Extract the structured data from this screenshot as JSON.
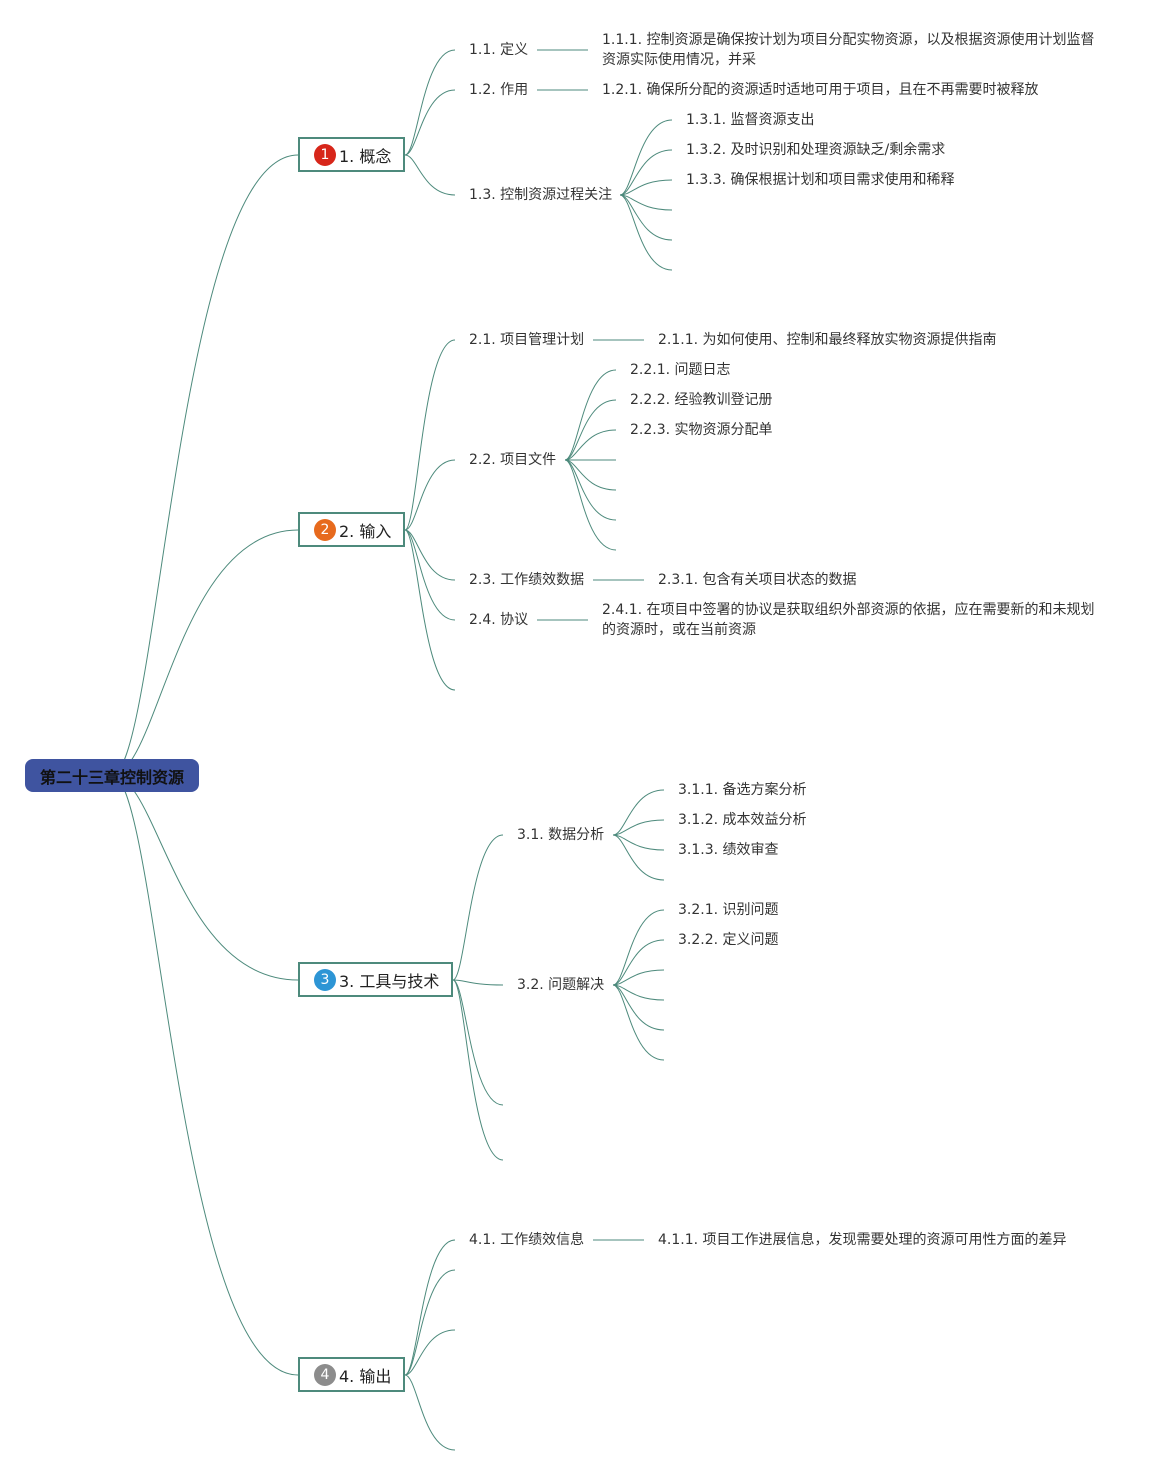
{
  "root": {
    "label": "第二十三章控制资源"
  },
  "topics": [
    {
      "badge": "1",
      "badge_color": "#d7261a",
      "label": "1. 概念",
      "children": [
        {
          "label": "1.1. 定义",
          "detail": "1.1.1. 控制资源是确保按计划为项目分配实物资源，以及根据资源使用计划监督资源实际使用情况，并采"
        },
        {
          "label": "1.2. 作用",
          "detail": "1.2.1. 确保所分配的资源适时适地可用于项目，且在不再需要时被释放"
        },
        {
          "label": "1.3. 控制资源过程关注",
          "items": [
            "1.3.1. 监督资源支出",
            "1.3.2. 及时识别和处理资源缺乏/剩余需求",
            "1.3.3. 确保根据计划和项目需求使用和稀释"
          ]
        }
      ]
    },
    {
      "badge": "2",
      "badge_color": "#e76a1d",
      "label": "2. 输入",
      "children": [
        {
          "label": "2.1. 项目管理计划",
          "detail": "2.1.1. 为如何使用、控制和最终释放实物资源提供指南"
        },
        {
          "label": "2.2. 项目文件",
          "items": [
            "2.2.1. 问题日志",
            "2.2.2. 经验教训登记册",
            "2.2.3. 实物资源分配单"
          ]
        },
        {
          "label": "2.3. 工作绩效数据",
          "detail": "2.3.1. 包含有关项目状态的数据"
        },
        {
          "label": "2.4. 协议",
          "detail": "2.4.1. 在项目中签署的协议是获取组织外部资源的依据，应在需要新的和未规划的资源时，或在当前资源"
        }
      ]
    },
    {
      "badge": "3",
      "badge_color": "#2d95d5",
      "label": "3. 工具与技术",
      "children": [
        {
          "label": "3.1. 数据分析",
          "items": [
            "3.1.1. 备选方案分析",
            "3.1.2. 成本效益分析",
            "3.1.3. 绩效审查"
          ]
        },
        {
          "label": "3.2. 问题解决",
          "items": [
            "3.2.1. 识别问题",
            "3.2.2. 定义问题"
          ]
        }
      ]
    },
    {
      "badge": "4",
      "badge_color": "#8c8c8c",
      "label": "4. 输出",
      "children": [
        {
          "label": "4.1. 工作绩效信息",
          "detail": "4.1.1. 项目工作进展信息，发现需要处理的资源可用性方面的差异"
        }
      ]
    }
  ],
  "colors": {
    "edge": "#4d8a7c",
    "root_fill": "#3f54a0"
  }
}
